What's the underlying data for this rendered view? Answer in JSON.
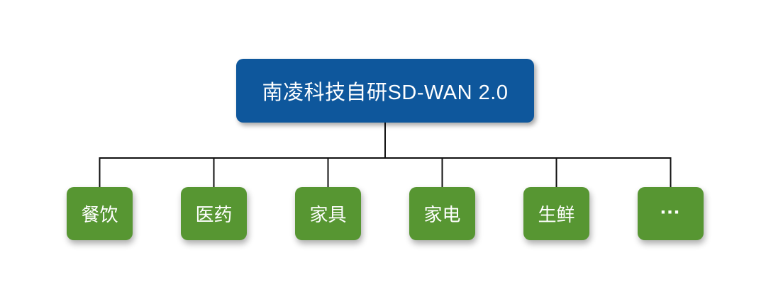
{
  "diagram": {
    "root": {
      "label": "南凌科技自研SD-WAN 2.0"
    },
    "children": [
      {
        "label": "餐饮"
      },
      {
        "label": "医药"
      },
      {
        "label": "家具"
      },
      {
        "label": "家电"
      },
      {
        "label": "生鲜"
      },
      {
        "label": "…"
      }
    ],
    "colors": {
      "root_bg": "#0E579C",
      "child_bg": "#579632",
      "line": "#111111",
      "text": "#FFFFFF",
      "background": "#FFFFFF"
    }
  }
}
